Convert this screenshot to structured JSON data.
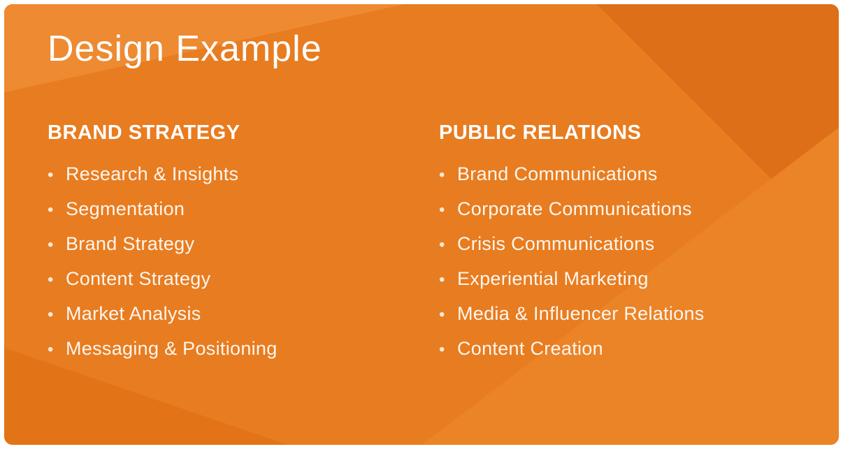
{
  "slide": {
    "title": "Design Example",
    "bullet": "•"
  },
  "columns": [
    {
      "heading": "BRAND STRATEGY",
      "items": [
        "Research & Insights",
        "Segmentation",
        "Brand Strategy",
        "Content Strategy",
        "Market Analysis",
        "Messaging & Positioning"
      ]
    },
    {
      "heading": "PUBLIC RELATIONS",
      "items": [
        "Brand Communications",
        "Corporate Communications",
        "Crisis Communications",
        "Experiential Marketing",
        "Media & Influencer Relations",
        "Content Creation"
      ]
    }
  ],
  "colors": {
    "background": "#E87C20",
    "background_light": "#EE8A31",
    "background_dark": "#DE6F19",
    "frame": "#FFFFFF",
    "text": "#FFFFFF"
  }
}
